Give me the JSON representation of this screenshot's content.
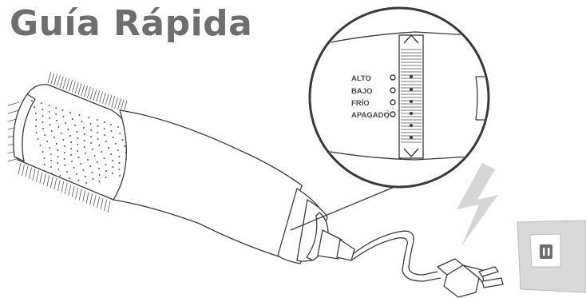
{
  "title": "Guía Rápida",
  "settings": {
    "high": "ALTO",
    "low": "BAJO",
    "cool": "FRÍO",
    "off": "APAGADO"
  },
  "colors": {
    "title": "#6d6e70",
    "line_art": "#3a3a3a",
    "lightning": "#d6d6d6",
    "outlet": "#d9d9d9"
  },
  "icons": [
    "hair-dryer-brush-icon",
    "lightning-bolt-icon",
    "wall-outlet-icon",
    "power-plug-icon"
  ]
}
